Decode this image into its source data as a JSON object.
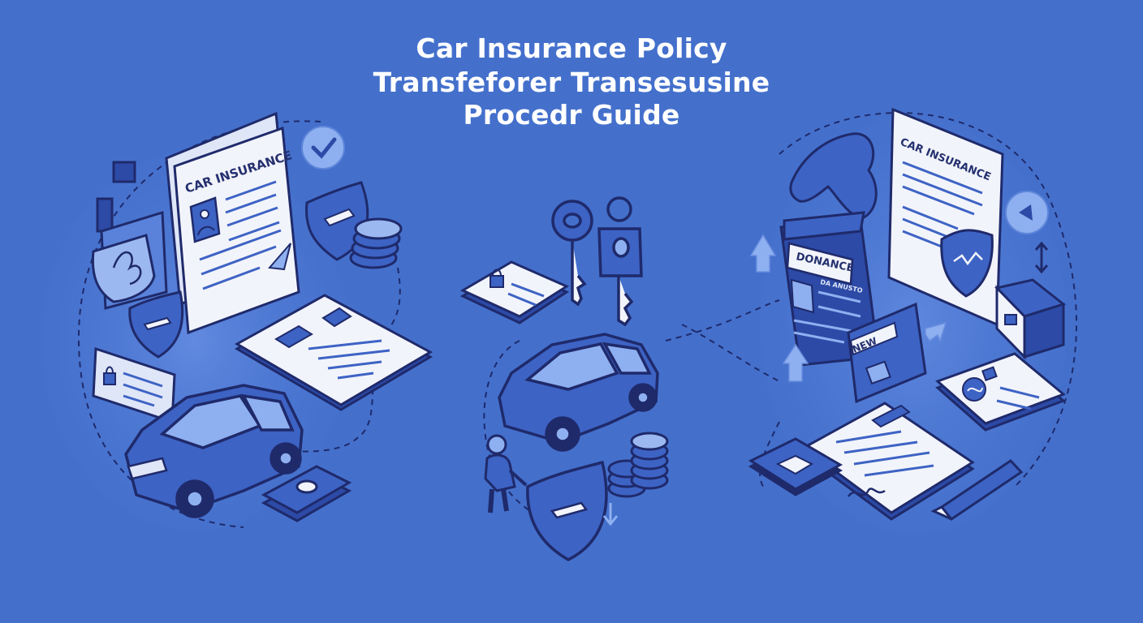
{
  "title": {
    "line1": "Car Insurance Policy",
    "line2": "Transfeforer Transesusine",
    "line3": "Procedr Guide"
  },
  "labels": {
    "left_document": "CAR INSURANCE",
    "right_document": "CAR INSURANCE",
    "blue_card_title": "DONANCE",
    "blue_card_sub": "DA ANUSTO",
    "new_tag": "NEW"
  },
  "colors": {
    "background": "#4470cc",
    "line": "#1f2a6b",
    "paper": "#f2f4fb",
    "accent": "#3454b4",
    "light_accent": "#8fb0f0"
  }
}
